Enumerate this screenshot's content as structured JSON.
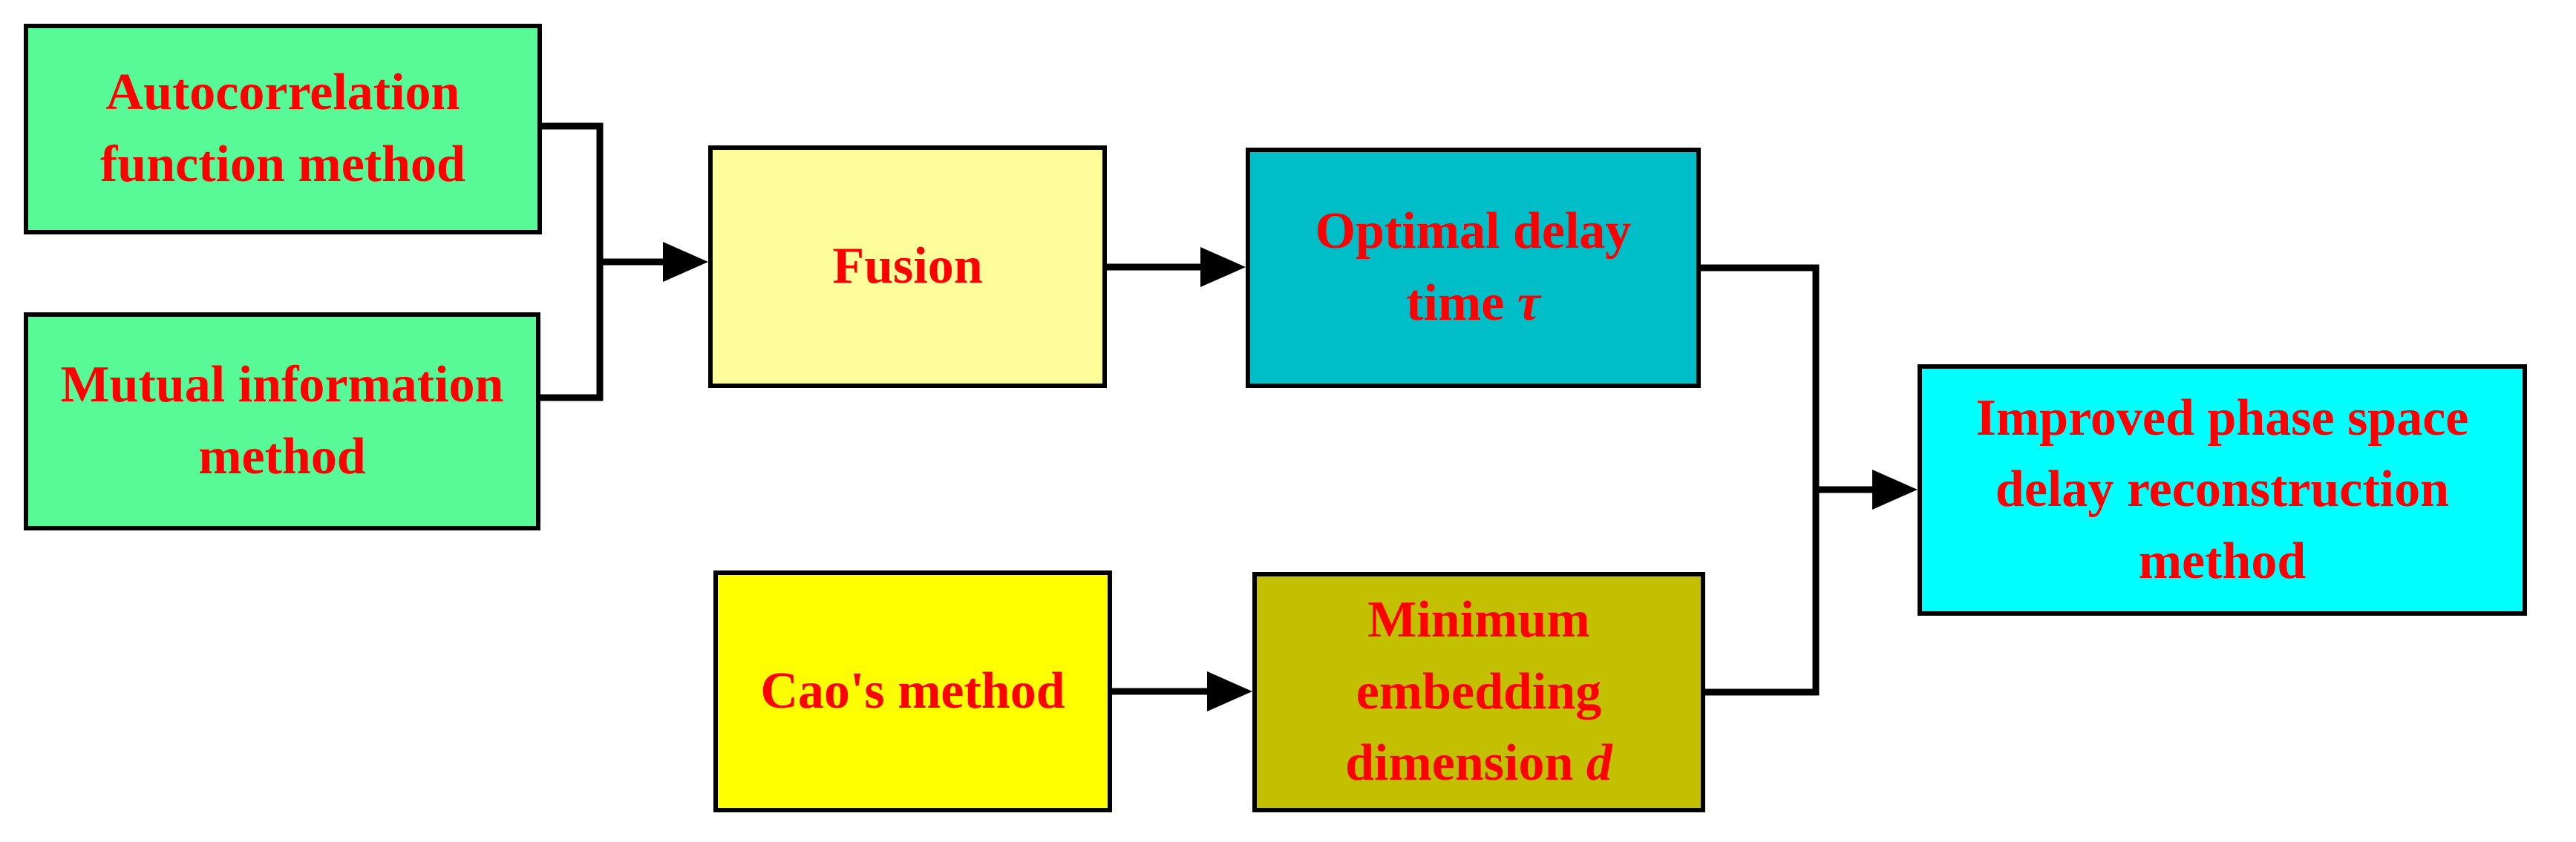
{
  "diagram": {
    "type": "flowchart",
    "colors": {
      "text": "#FF0000",
      "border": "#000000",
      "background": "#FFFFFF",
      "green_box": "#57FA96",
      "pale_yellow_box": "#FDFD9C",
      "teal_box": "#00BEC8",
      "yellow_box": "#FFFF00",
      "olive_box": "#C2C000",
      "cyan_box": "#00FFFF"
    },
    "nodes": [
      {
        "id": "autocorrelation",
        "label": "Autocorrelation function method",
        "lines": [
          "Autocorrelation",
          "function method"
        ],
        "fill": "#57FA96"
      },
      {
        "id": "mutual",
        "label": "Mutual information method",
        "lines": [
          "Mutual information",
          "method"
        ],
        "fill": "#57FA96"
      },
      {
        "id": "fusion",
        "label": "Fusion",
        "lines": [
          "Fusion"
        ],
        "fill": "#FDFD9C"
      },
      {
        "id": "optimal-delay",
        "label": "Optimal delay time τ",
        "line1": "Optimal delay",
        "line2_prefix": "time",
        "symbol": "τ",
        "fill": "#00BEC8"
      },
      {
        "id": "cao",
        "label": "Cao's method",
        "lines": [
          "Cao's method"
        ],
        "fill": "#FFFF00"
      },
      {
        "id": "min-embedding",
        "label": "Minimum embedding dimension d",
        "line1": "Minimum",
        "line2": "embedding",
        "line3_prefix": "dimension",
        "symbol": "d",
        "fill": "#C2C000"
      },
      {
        "id": "improved",
        "label": "Improved phase space delay reconstruction method",
        "lines": [
          "Improved phase space",
          "delay reconstruction",
          "method"
        ],
        "fill": "#00FFFF"
      }
    ],
    "edges": [
      {
        "from": "autocorrelation",
        "to": "fusion"
      },
      {
        "from": "mutual",
        "to": "fusion"
      },
      {
        "from": "fusion",
        "to": "optimal-delay"
      },
      {
        "from": "cao",
        "to": "min-embedding"
      },
      {
        "from": "optimal-delay",
        "to": "improved"
      },
      {
        "from": "min-embedding",
        "to": "improved"
      }
    ]
  }
}
